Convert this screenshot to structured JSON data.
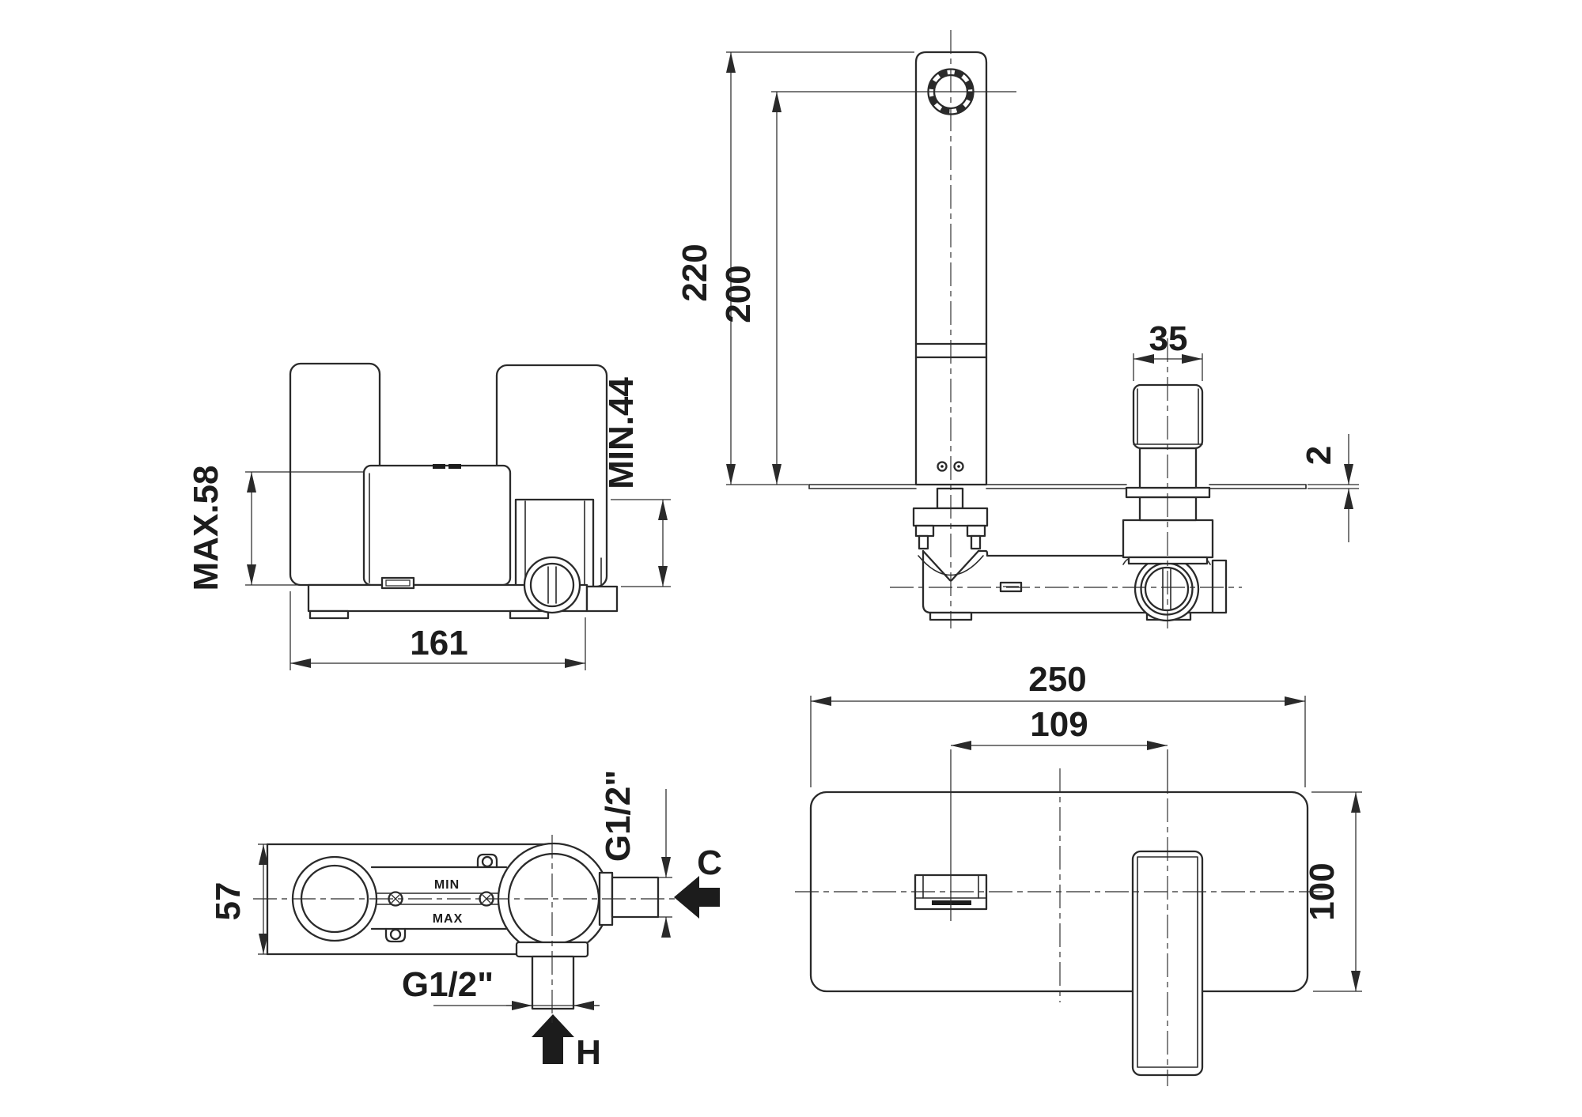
{
  "meta": {
    "type": "technical-installation-drawing",
    "subject": "wall-mounted single-lever basin mixer (rough-in body and trim)",
    "units": "mm",
    "line_color": "#2a2a2a",
    "background_color": "#ffffff"
  },
  "views": {
    "front_rough_in": {
      "description": "front view of concealed rough-in body",
      "dims": {
        "body_height_max": "MAX.58",
        "spout_housing_min": "MIN.44",
        "overall_width": "161"
      }
    },
    "side_section": {
      "description": "side view of installed mixer through wall",
      "dims": {
        "spout_top_height": "220",
        "spout_outlet_height": "200",
        "handle_size": "35",
        "plate_thickness": "2"
      }
    },
    "top_rough_in": {
      "description": "top view of rough-in body with supply connections",
      "dims": {
        "body_depth": "57",
        "cold_inlet_thread": "G1/2\"",
        "hot_inlet_thread": "G1/2\""
      },
      "labels": {
        "cold": "C",
        "hot": "H",
        "min": "MIN",
        "max": "MAX"
      }
    },
    "front_trim": {
      "description": "front view of finished wall plate with spout and lever",
      "dims": {
        "plate_width": "250",
        "spout_to_handle_distance": "109",
        "plate_height": "100"
      }
    }
  }
}
